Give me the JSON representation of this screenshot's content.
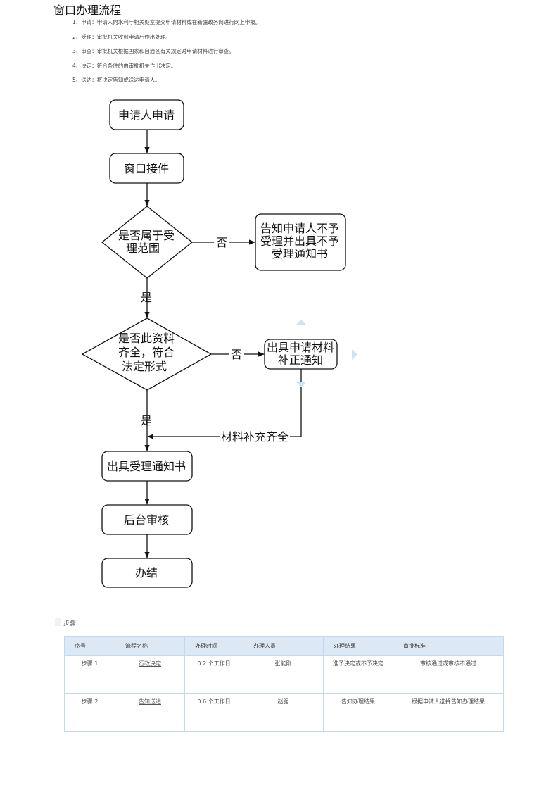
{
  "page": {
    "title": "窗口办理流程",
    "steps": [
      "1、申请：申请人向水利厅相关处室提交申请材料或在新疆政务网进行网上申报。",
      "2、受理：审批机关收到申请后作出处理。",
      "3、审查：审批机关根据国家和自治区有关规定对申请材料进行审查。",
      "4、决定：符合条件的由审批机关作出决定。",
      "5、送达：将决定告知或送达申请人。"
    ]
  },
  "flowchart": {
    "apply": "申请人申请",
    "window_accept": "窗口接件",
    "decision_scope": [
      "是否属于受",
      "理范围"
    ],
    "reject_notice": [
      "告知申请人不予",
      "受理并出具不予",
      "受理通知书"
    ],
    "decision_complete": [
      "是否此资料",
      "齐全，符合",
      "法定形式"
    ],
    "supplement_notice": [
      "出具申请材料",
      "补正通知"
    ],
    "materials_complete": "材料补充齐全",
    "acceptance_notice": "出具受理通知书",
    "backend_review": "后台审核",
    "completed": "办结",
    "yes_label": "是",
    "no_label": "否"
  },
  "steps_section": {
    "label": "步骤",
    "columns": [
      "序号",
      "流程名称",
      "办理时间",
      "办理人员",
      "办理结果",
      "审批标准"
    ],
    "rows": [
      {
        "no": "步骤 1",
        "name": "行政决定",
        "time": "0.2 个工作日",
        "person": "张能刚",
        "result": "准予决定或不予决定",
        "standard": "审核通过或审核不通过"
      },
      {
        "no": "步骤 2",
        "name": "告知送达",
        "time": "0.6 个工作日",
        "person": "赵强",
        "result": "告知办理结果",
        "standard": "根据申请人选择告知办理结果"
      }
    ]
  },
  "colors": {
    "table_header_bg": "#dce9f5",
    "table_border": "#c5d9ec",
    "hint_arrow": "#cfe3f1"
  }
}
